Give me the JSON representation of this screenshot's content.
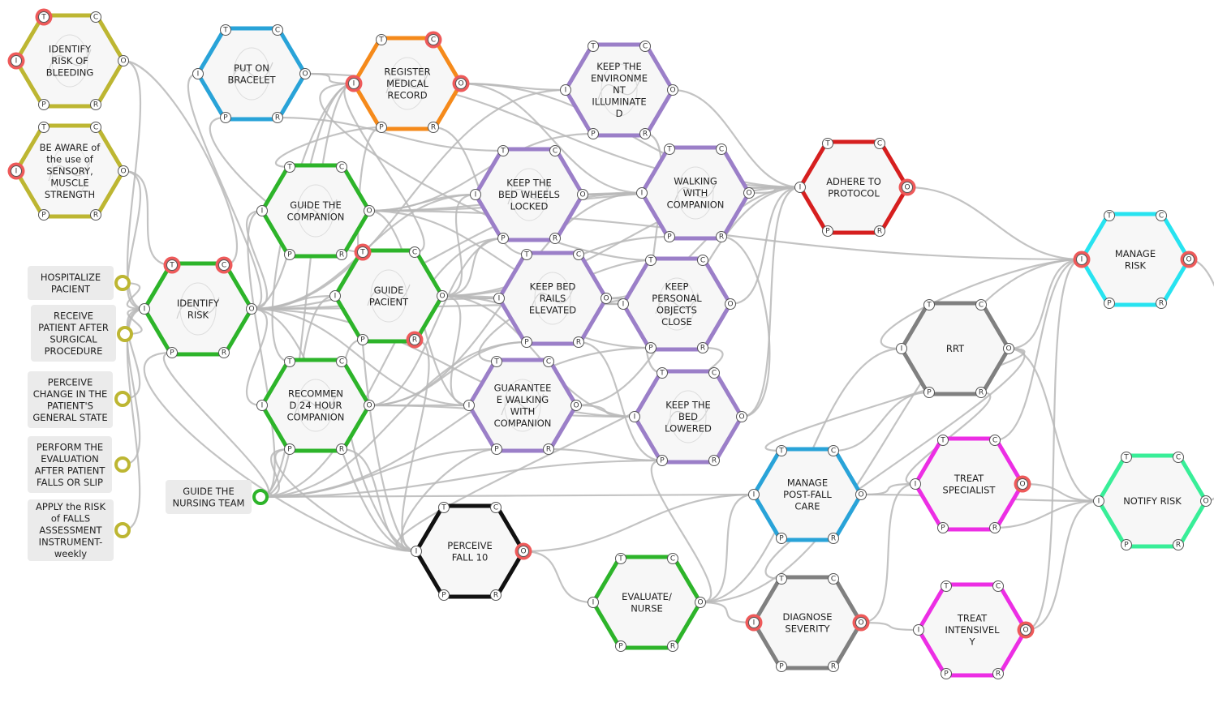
{
  "colors": {
    "olive": "#bdb632",
    "blue": "#29a3d8",
    "orange": "#f58a1b",
    "purple": "#9b7fc8",
    "green": "#2db42a",
    "red": "#d61f1f",
    "cyan": "#27e3f0",
    "gray": "#808080",
    "magenta": "#ec2ee4",
    "teal": "#38ee98",
    "black": "#111111",
    "highlight": "#ee5a5a",
    "hex_fill": "#f7f7f7",
    "line": "#b8b8b8",
    "box_fill": "#ebebeb"
  },
  "aspect_letters": {
    "time": "T",
    "control": "C",
    "input": "I",
    "output": "O",
    "precondition": "P",
    "resource": "R"
  },
  "functions": [
    {
      "id": "identify-risk-of-bleeding",
      "lines": [
        "IDENTIFY",
        "RISK OF",
        "BLEEDING"
      ],
      "color": "olive",
      "hi": [
        "T",
        "I"
      ],
      "wave": true
    },
    {
      "id": "be-aware",
      "lines": [
        "BE AWARE of",
        "the use of",
        "SENSORY,",
        "MUSCLE",
        "STRENGTH"
      ],
      "color": "olive",
      "hi": [
        "I"
      ],
      "wave": true
    },
    {
      "id": "put-on-bracelet",
      "lines": [
        "PUT ON",
        "BRACELET"
      ],
      "color": "blue",
      "hi": [],
      "wave": true
    },
    {
      "id": "register-medical-record",
      "lines": [
        "REGISTER",
        "MEDICAL",
        "RECORD"
      ],
      "color": "orange",
      "hi": [
        "C",
        "I",
        "O"
      ],
      "wave": true
    },
    {
      "id": "keep-environment-illuminated",
      "lines": [
        "KEEP THE",
        "ENVIRONME",
        "NT",
        "ILLUMINATE",
        "D"
      ],
      "color": "purple",
      "hi": [],
      "wave": true
    },
    {
      "id": "guide-the-companion",
      "lines": [
        "GUIDE THE",
        "COMPANION"
      ],
      "color": "green",
      "hi": [],
      "wave": true
    },
    {
      "id": "keep-bed-wheels-locked",
      "lines": [
        "KEEP THE",
        "BED WHEELS",
        "LOCKED"
      ],
      "color": "purple",
      "hi": [],
      "wave": true
    },
    {
      "id": "walking-with-companion",
      "lines": [
        "WALKING",
        "WITH",
        "COMPANION"
      ],
      "color": "purple",
      "hi": [],
      "wave": true
    },
    {
      "id": "adhere-to-protocol",
      "lines": [
        "ADHERE TO",
        "PROTOCOL"
      ],
      "color": "red",
      "hi": [
        "O"
      ],
      "wave": false
    },
    {
      "id": "identify-risk",
      "lines": [
        "IDENTIFY",
        "RISK"
      ],
      "color": "green",
      "hi": [
        "T",
        "C"
      ],
      "wave": true
    },
    {
      "id": "guide-pacient",
      "lines": [
        "GUIDE",
        "PACIENT"
      ],
      "color": "green",
      "hi": [
        "T",
        "R"
      ],
      "wave": true
    },
    {
      "id": "keep-bed-rails-elevated",
      "lines": [
        "KEEP BED",
        "RAILS",
        "ELEVATED"
      ],
      "color": "purple",
      "hi": [],
      "wave": true
    },
    {
      "id": "keep-personal-objects-close",
      "lines": [
        "KEEP",
        "PERSONAL",
        "OBJECTS",
        "CLOSE"
      ],
      "color": "purple",
      "hi": [],
      "wave": true
    },
    {
      "id": "manage-risk",
      "lines": [
        "MANAGE",
        "RISK"
      ],
      "color": "cyan",
      "hi": [
        "I",
        "O"
      ],
      "wave": false
    },
    {
      "id": "rrt",
      "lines": [
        "RRT"
      ],
      "color": "gray",
      "hi": [],
      "wave": false
    },
    {
      "id": "recommend-24-hour-companion",
      "lines": [
        "RECOMMEN",
        "D 24 HOUR",
        "COMPANION"
      ],
      "color": "green",
      "hi": [],
      "wave": true
    },
    {
      "id": "guarantee-walking-with-companion",
      "lines": [
        "GUARANTEE",
        "E WALKING",
        "WITH",
        "COMPANION"
      ],
      "color": "purple",
      "hi": [],
      "wave": true
    },
    {
      "id": "keep-bed-lowered",
      "lines": [
        "KEEP THE",
        "BED",
        "LOWERED"
      ],
      "color": "purple",
      "hi": [],
      "wave": true
    },
    {
      "id": "manage-post-fall-care",
      "lines": [
        "MANAGE",
        "POST-FALL",
        "CARE"
      ],
      "color": "blue",
      "hi": [],
      "wave": false
    },
    {
      "id": "treat-specialist",
      "lines": [
        "TREAT",
        "SPECIALIST"
      ],
      "color": "magenta",
      "hi": [
        "O"
      ],
      "wave": false
    },
    {
      "id": "notify-risk",
      "lines": [
        "NOTIFY RISK"
      ],
      "color": "teal",
      "hi": [],
      "wave": false
    },
    {
      "id": "perceive-fall-10",
      "lines": [
        "PERCEIVE",
        "FALL 10"
      ],
      "color": "black",
      "hi": [
        "O"
      ],
      "wave": false
    },
    {
      "id": "evaluate-nurse",
      "lines": [
        "EVALUATE/",
        "NURSE"
      ],
      "color": "green",
      "hi": [],
      "wave": false
    },
    {
      "id": "diagnose-severity",
      "lines": [
        "DIAGNOSE",
        "SEVERITY"
      ],
      "color": "gray",
      "hi": [
        "I",
        "O"
      ],
      "wave": false
    },
    {
      "id": "treat-intensively",
      "lines": [
        "TREAT",
        "INTENSIVEL",
        "Y"
      ],
      "color": "magenta",
      "hi": [
        "O"
      ],
      "wave": false
    }
  ],
  "inputs": [
    {
      "id": "hospitalize-pacient",
      "lines": [
        "HOSPITALIZE",
        "PACIENT"
      ],
      "color": "olive"
    },
    {
      "id": "receive-patient",
      "lines": [
        "RECEIVE",
        "PATIENT AFTER",
        "SURGICAL",
        "PROCEDURE"
      ],
      "color": "olive"
    },
    {
      "id": "perceive-change",
      "lines": [
        "PERCEIVE",
        "CHANGE IN THE",
        "PATIENT'S",
        "GENERAL STATE"
      ],
      "color": "olive"
    },
    {
      "id": "perform-evaluation",
      "lines": [
        "PERFORM THE",
        "EVALUATION",
        "AFTER PATIENT",
        "FALLS OR SLIP"
      ],
      "color": "olive"
    },
    {
      "id": "apply-risk",
      "lines": [
        "APPLY the RISK",
        "of FALLS",
        "ASSESSMENT",
        "INSTRUMENT-",
        "weekly"
      ],
      "color": "olive"
    },
    {
      "id": "guide-nursing-team",
      "lines": [
        "GUIDE THE",
        "NURSING TEAM"
      ],
      "color": "green"
    }
  ]
}
